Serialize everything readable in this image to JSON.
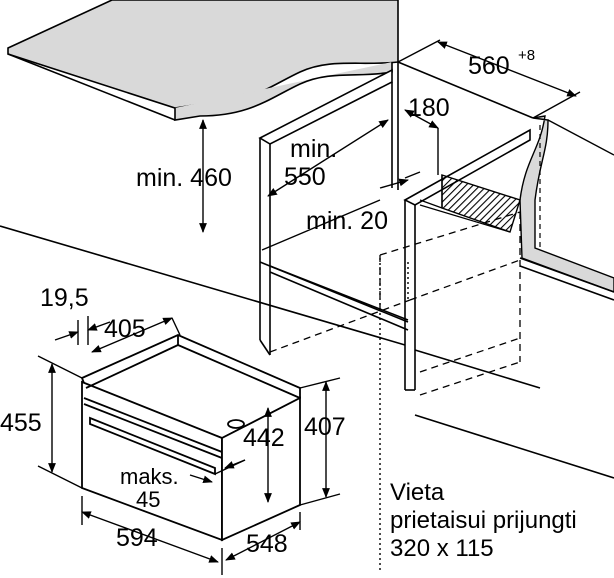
{
  "dimensions": {
    "depth_niche": "560",
    "depth_niche_tol": "+8",
    "vent_cut": "180",
    "min_height": "min. 460",
    "min_width_a": "min.",
    "min_width_b": "550",
    "min_gap": "min. 20",
    "offset_small": "19,5",
    "inner_width": "405",
    "overall_height": "455",
    "front_height": "442",
    "body_height": "407",
    "max_protrusion_a": "maks.",
    "max_protrusion_b": "45",
    "overall_width": "594",
    "overall_depth": "548"
  },
  "note": {
    "line1": "Vieta",
    "line2": "prietaisui prijungti",
    "line3": "320 x 115"
  },
  "colors": {
    "line": "#000000",
    "worktop_fill": "#d9d9d9",
    "hatch": "#000000"
  }
}
